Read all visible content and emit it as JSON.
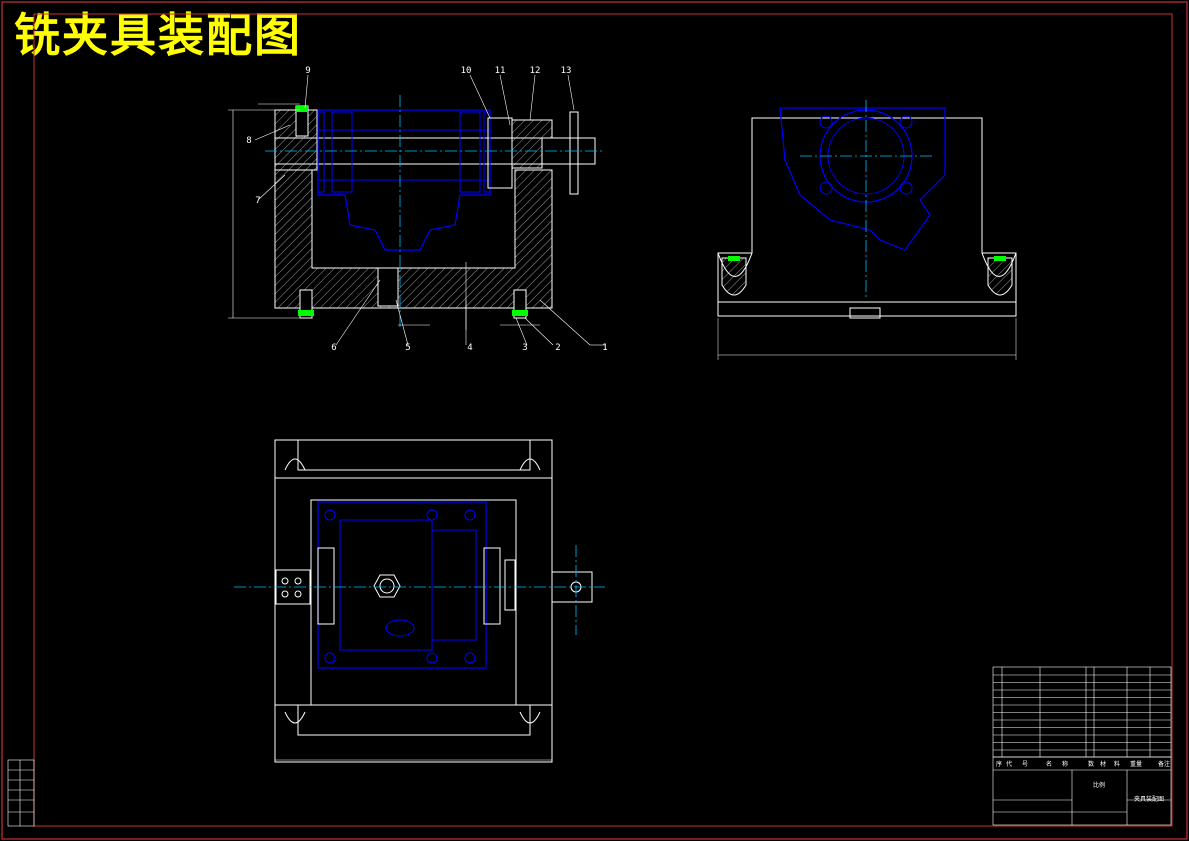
{
  "title": "铣夹具装配图",
  "balloons": [
    "1",
    "2",
    "3",
    "4",
    "5",
    "6",
    "7",
    "8",
    "9",
    "10",
    "11",
    "12",
    "13"
  ],
  "title_block": {
    "header_cells": [
      "序",
      "代",
      "号",
      "名",
      "称",
      "数",
      "材",
      "料",
      "重量",
      "备注"
    ],
    "drawing_name": "夹具装配图",
    "scale_label": "比例"
  },
  "colors": {
    "background": "#000000",
    "border": "#c83232",
    "title": "#ffff00",
    "outline": "#ffffff",
    "part": "#0000ff",
    "centerline": "#00bfff",
    "hatch": "#ffffff",
    "fastener": "#00ff00"
  }
}
